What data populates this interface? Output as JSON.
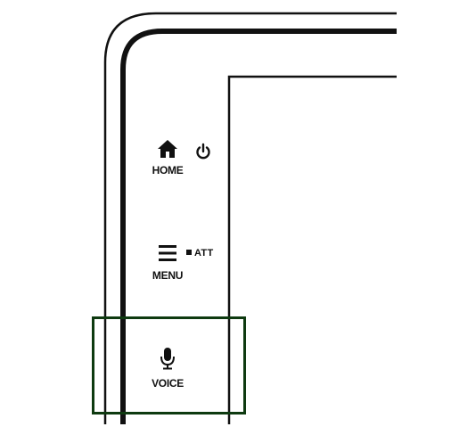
{
  "device": {
    "buttons": [
      {
        "label": "HOME",
        "icon": "home-icon"
      },
      {
        "label": "MENU",
        "icon": "menu-icon"
      },
      {
        "label": "VOICE",
        "icon": "microphone-icon"
      }
    ],
    "power": {
      "icon": "power-icon"
    },
    "att": {
      "label": "ATT"
    }
  },
  "colors": {
    "line": "#111111",
    "highlight": "#0e3a10",
    "background": "#ffffff"
  }
}
